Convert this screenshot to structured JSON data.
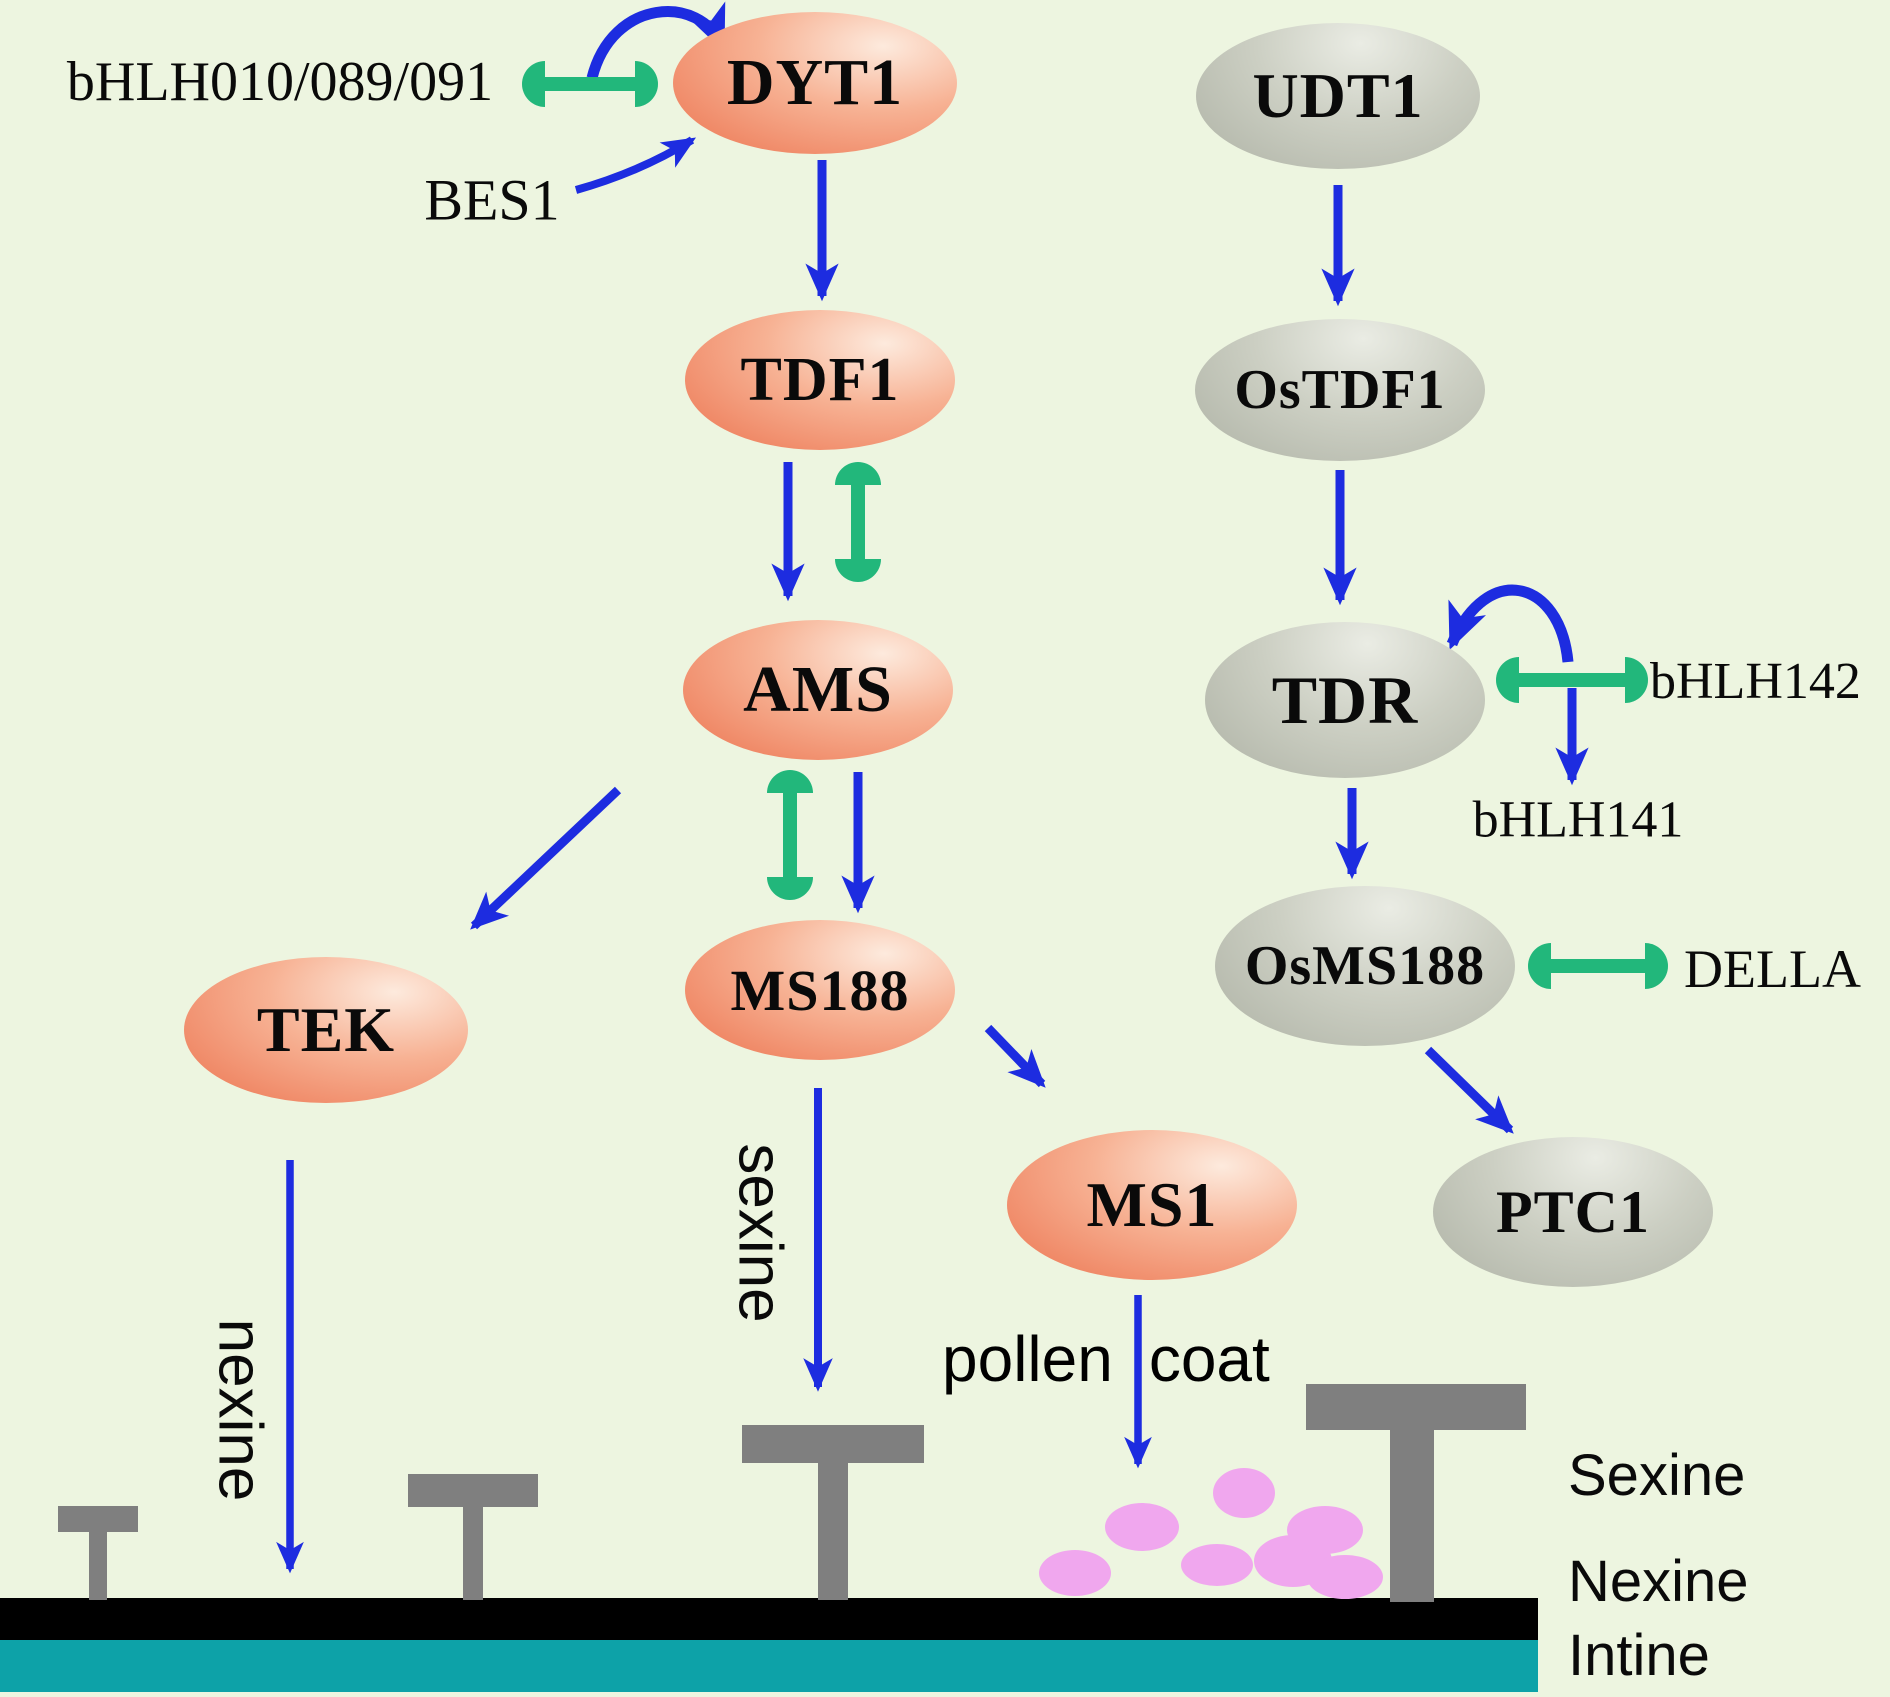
{
  "nodes": {
    "dyt1": "DYT1",
    "tdf1": "TDF1",
    "ams": "AMS",
    "ms188": "MS188",
    "tek": "TEK",
    "ms1": "MS1",
    "udt1": "UDT1",
    "ostdf1": "OsTDF1",
    "tdr": "TDR",
    "osms188": "OsMS188",
    "ptc1": "PTC1"
  },
  "regulators": {
    "bhlh010_089_091": "bHLH010/089/091",
    "bes1": "BES1",
    "bhlh142": "bHLH142",
    "bhlh141": "bHLH141",
    "della": "DELLA"
  },
  "annotations": {
    "sexine_arrow": "sexine",
    "nexine_arrow": "nexine",
    "pollen_word": "pollen",
    "coat_word": "coat"
  },
  "wall_layers": {
    "sexine": "Sexine",
    "nexine": "Nexine",
    "intine": "Intine"
  },
  "colors": {
    "background": "#edf5e0",
    "arrow_blue": "#1d2ce0",
    "interaction_green": "#22b77b",
    "orange_node_dark": "#ec7450",
    "orange_node_light": "#fdeadd",
    "gray_node_dark": "#aeb2a5",
    "gray_node_light": "#eaece4",
    "baculum_gray": "#7f7f7f",
    "nexine_black": "#000000",
    "intine_teal": "#0da2a8",
    "pollen_coat_pink": "#f0a7ee"
  }
}
